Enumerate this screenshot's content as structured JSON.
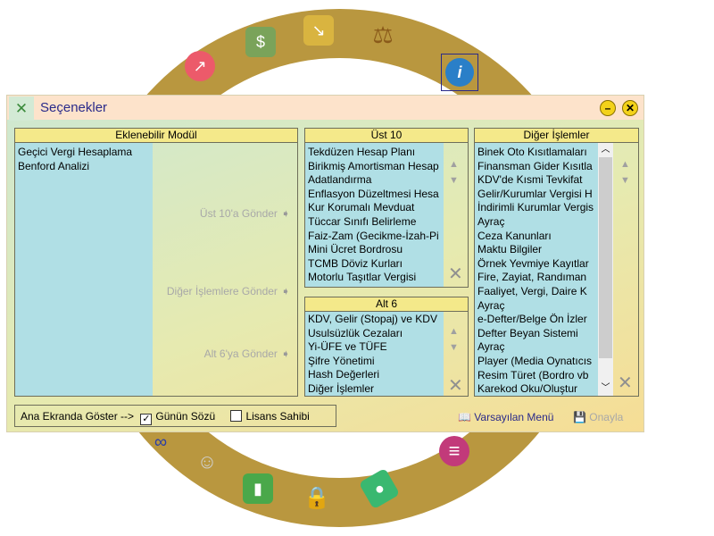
{
  "window": {
    "title": "Seçenekler"
  },
  "eklenebilir": {
    "header": "Eklenebilir Modül",
    "items": [
      "Geçici Vergi Hesaplama",
      "Benford Analizi"
    ],
    "send_top10": "Üst 10'a Gönder",
    "send_diger": "Diğer İşlemlere Gönder",
    "send_alt6": "Alt 6'ya Gönder"
  },
  "ust10": {
    "header": "Üst 10",
    "items": [
      "Tekdüzen Hesap Planı",
      "Birikmiş Amortisman Hesap",
      "Adatlandırma",
      "Enflasyon Düzeltmesi Hesa",
      "Kur Korumalı Mevduat",
      "Tüccar Sınıfı Belirleme",
      "Faiz-Zam (Gecikme-İzah-Pi",
      "Mini Ücret Bordrosu",
      "TCMB Döviz Kurları",
      "Motorlu Taşıtlar Vergisi"
    ]
  },
  "alt6": {
    "header": "Alt 6",
    "items": [
      "KDV, Gelir (Stopaj) ve KDV",
      "Usulsüzlük Cezaları",
      "Yi-ÜFE ve TÜFE",
      "Şifre Yönetimi",
      "Hash Değerleri",
      "Diğer İşlemler"
    ]
  },
  "diger": {
    "header": "Diğer İşlemler",
    "items": [
      "Binek Oto Kısıtlamaları",
      "Finansman Gider Kısıtla",
      "KDV'de Kısmi Tevkifat",
      "Gelir/Kurumlar Vergisi H",
      "İndirimli Kurumlar Vergis",
      "Ayraç",
      "Ceza Kanunları",
      "Maktu Bilgiler",
      "Örnek Yevmiye Kayıtlar",
      "Fire, Zayiat, Randıman",
      "Faaliyet, Vergi, Daire K",
      "Ayraç",
      "e-Defter/Belge Ön İzler",
      "Defter Beyan Sistemi",
      "Ayraç",
      "Player (Media Oynatıcıs",
      "Resim Türet (Bordro vb",
      "Karekod Oku/Oluştur"
    ]
  },
  "bottom": {
    "show_label": "Ana Ekranda Göster -->",
    "gunun_sozu": "Günün Sözü",
    "gunun_sozu_checked": true,
    "lisans": "Lisans Sahibi",
    "lisans_checked": false,
    "varsayilan": "Varsayılan Menü",
    "onayla": "Onayla"
  }
}
